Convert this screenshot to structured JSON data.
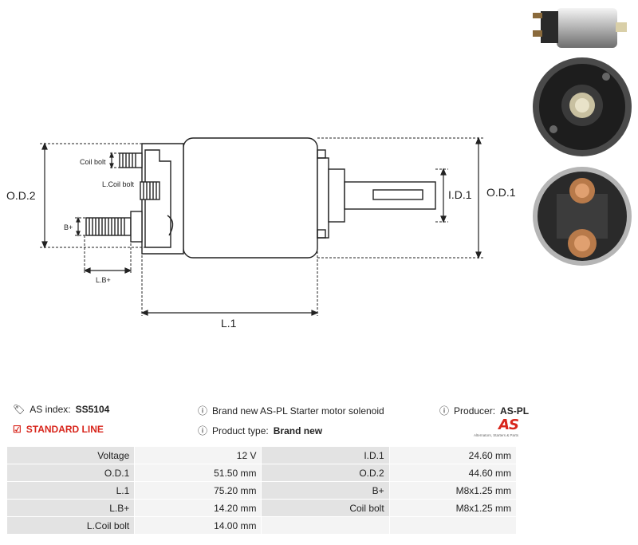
{
  "drawing": {
    "od2": "O.D.2",
    "od1": "O.D.1",
    "id1": "I.D.1",
    "l1": "L.1",
    "coil_bolt": "Coil bolt",
    "l_coil_bolt": "L.Coil bolt",
    "b_plus": "B+",
    "l_b_plus": "L.B+"
  },
  "info": {
    "as_index_label": "AS index:",
    "as_index_value": "SS5104",
    "standard_line": "STANDARD LINE",
    "description": "Brand new AS-PL Starter motor solenoid",
    "product_type_label": "Product type:",
    "product_type_value": "Brand new",
    "producer_label": "Producer:",
    "producer_value": "AS-PL"
  },
  "logo": {
    "mark": "AS",
    "tagline": "Alternators, Starters & Parts"
  },
  "specs": [
    {
      "l1": "Voltage",
      "v1": "12 V",
      "l2": "I.D.1",
      "v2": "24.60 mm"
    },
    {
      "l1": "O.D.1",
      "v1": "51.50 mm",
      "l2": "O.D.2",
      "v2": "44.60 mm"
    },
    {
      "l1": "L.1",
      "v1": "75.20 mm",
      "l2": "B+",
      "v2": "M8x1.25 mm"
    },
    {
      "l1": "L.B+",
      "v1": "14.20 mm",
      "l2": "Coil bolt",
      "v2": "M8x1.25 mm"
    },
    {
      "l1": "L.Coil bolt",
      "v1": "14.00 mm",
      "l2": "",
      "v2": ""
    }
  ]
}
